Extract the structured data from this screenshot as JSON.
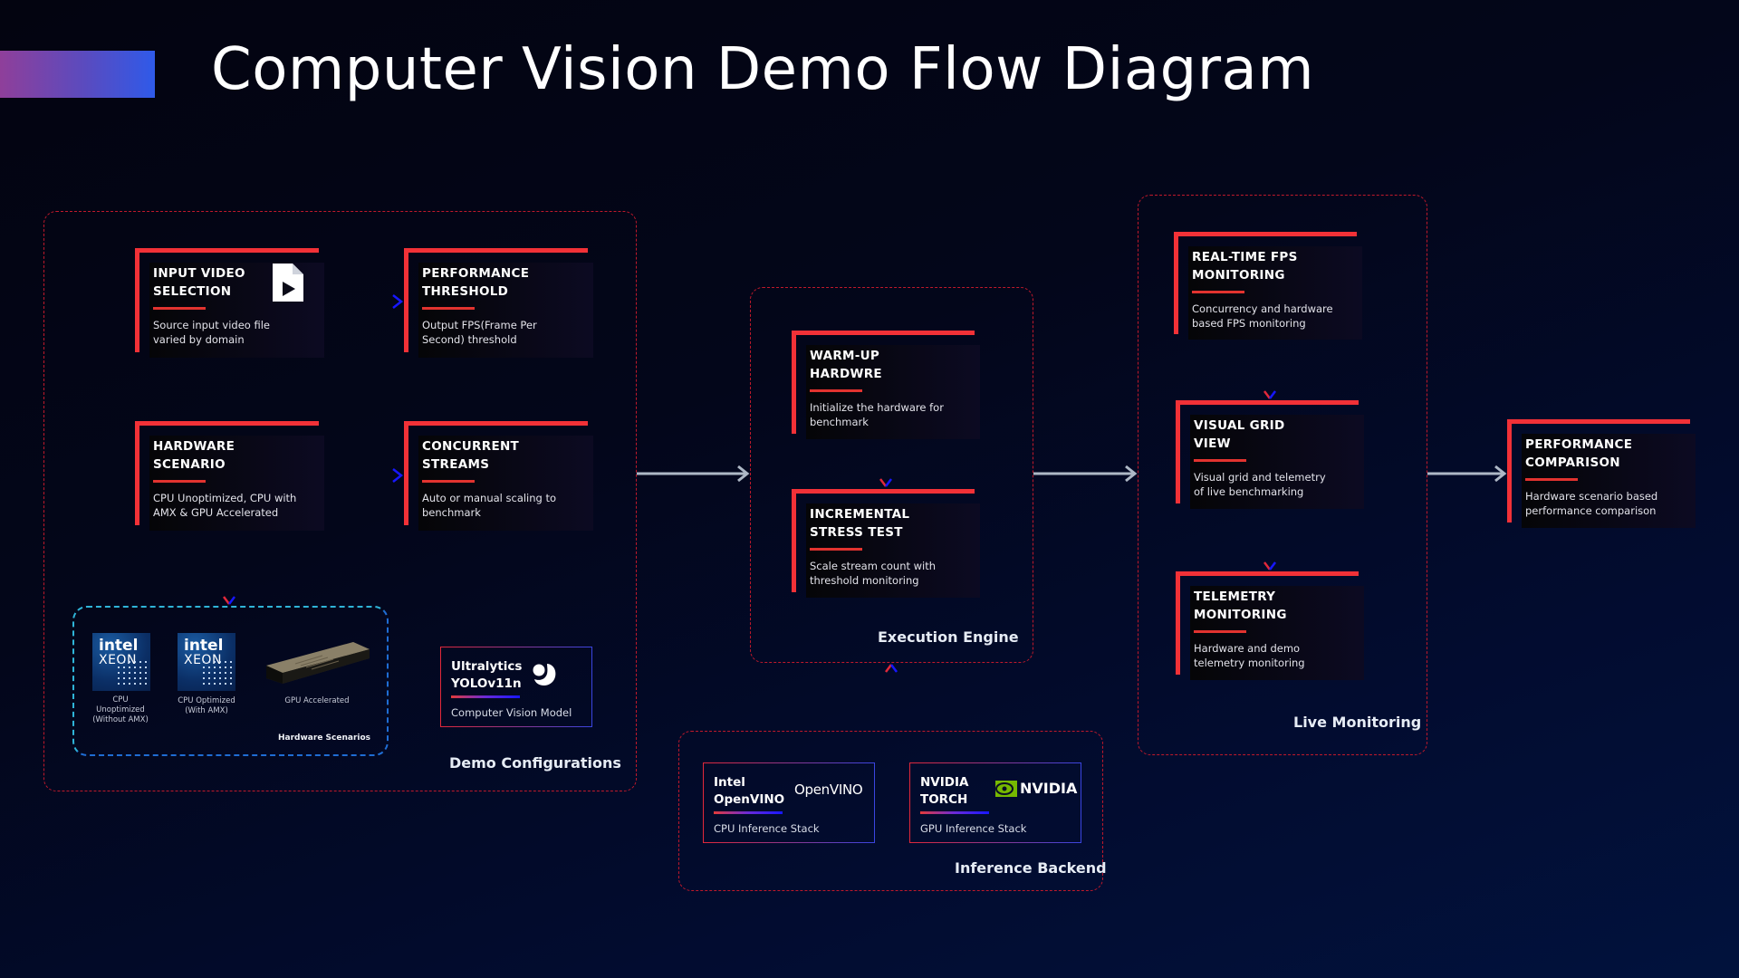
{
  "page": {
    "title": "Computer Vision Demo Flow Diagram"
  },
  "colors": {
    "accent_red": "#f23137",
    "accent_blue": "#1717ff",
    "group_border": "#c0192b",
    "hardware_border": "#1f6dd4",
    "neutral_arrow": "#aeb8c6"
  },
  "groups": {
    "demo_configurations": {
      "label": "Demo Configurations",
      "cards": [
        {
          "title": "INPUT VIDEO\nSELECTION",
          "desc": "Source input video file\nvaried by domain",
          "icon": "video-file-icon"
        },
        {
          "title": "PERFORMANCE\nTHRESHOLD",
          "desc": "Output FPS(Frame Per\nSecond) threshold"
        },
        {
          "title": "HARDWARE\nSCENARIO",
          "desc": "CPU Unoptimized, CPU with\nAMX & GPU Accelerated"
        },
        {
          "title": "CONCURRENT\nSTREAMS",
          "desc": "Auto or manual scaling to\nbenchmark"
        }
      ],
      "hardware_scenarios": {
        "label": "Hardware Scenarios",
        "items": [
          {
            "logo_line1": "intel",
            "logo_line2": "XEON",
            "caption": "CPU\nUnoptimized\n(Without AMX)"
          },
          {
            "logo_line1": "intel",
            "logo_line2": "XEON",
            "caption": "CPU Optimized\n(With AMX)"
          },
          {
            "logo": "gpu-card",
            "caption": "GPU Accelerated"
          }
        ]
      },
      "model": {
        "title": "Ultralytics\nYOLOv11n",
        "subtitle": "Computer Vision Model",
        "icon": "ultralytics-logo-icon"
      }
    },
    "execution_engine": {
      "label": "Execution Engine",
      "cards": [
        {
          "title": "WARM-UP\nHARDWRE",
          "desc": "Initialize the hardware for\nbenchmark"
        },
        {
          "title": "INCREMENTAL\nSTRESS TEST",
          "desc": "Scale stream count with\nthreshold monitoring"
        }
      ]
    },
    "inference_backend": {
      "label": "Inference Backend",
      "stacks": [
        {
          "title": "Intel\nOpenVINO",
          "subtitle": "CPU Inference Stack",
          "logo": "OpenVINO"
        },
        {
          "title": "NVIDIA\nTORCH",
          "subtitle": "GPU Inference Stack",
          "logo": "NVIDIA"
        }
      ]
    },
    "live_monitoring": {
      "label": "Live Monitoring",
      "cards": [
        {
          "title": "REAL-TIME FPS\nMONITORING",
          "desc": "Concurrency and hardware\nbased FPS monitoring"
        },
        {
          "title": "VISUAL GRID\nVIEW",
          "desc": "Visual grid and telemetry\nof live benchmarking"
        },
        {
          "title": "TELEMETRY\nMONITORING",
          "desc": "Hardware and demo\ntelemetry monitoring"
        }
      ]
    },
    "output": {
      "cards": [
        {
          "title": "PERFORMANCE\nCOMPARISON",
          "desc": "Hardware scenario based\nperformance comparison"
        }
      ]
    }
  }
}
